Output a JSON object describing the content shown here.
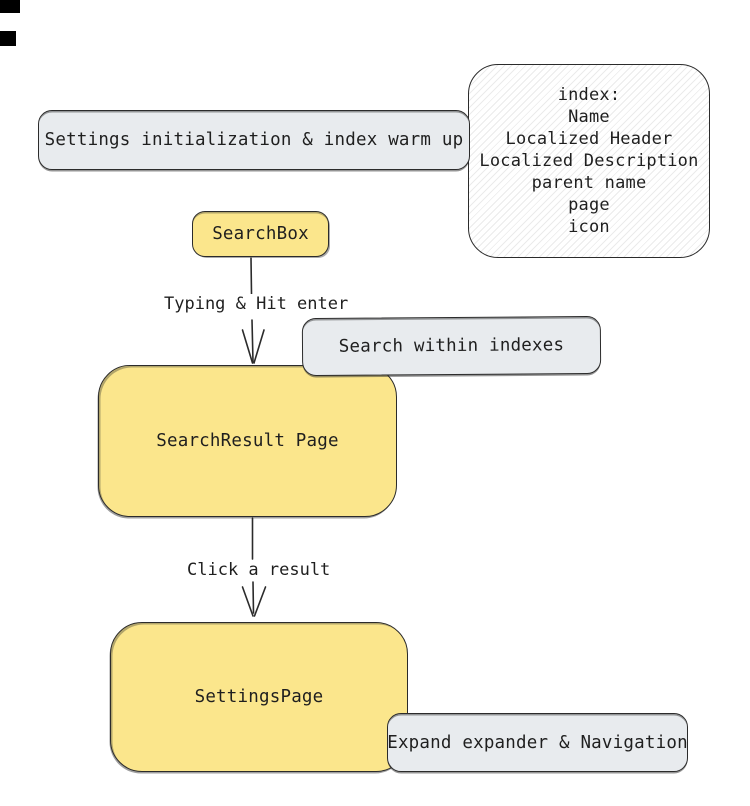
{
  "diagram": {
    "background": "#ffffff",
    "colors": {
      "node_yellow_fill": "#fbe68c",
      "node_gray_fill": "#e8ebee",
      "stroke": "#2b2b2b",
      "text": "#1f1f1f",
      "hatch_line": "rgba(60,60,60,0.10)"
    },
    "nodes": {
      "warmup": {
        "label": "Settings initialization & index warm up",
        "style": "gray"
      },
      "index_fields": {
        "style": "hatched",
        "lines": [
          "index:",
          "Name",
          "Localized Header",
          "Localized Description",
          "parent name",
          "page",
          "icon"
        ]
      },
      "searchbox": {
        "label": "SearchBox",
        "style": "yellow"
      },
      "search_within_indexes": {
        "label": "Search within indexes",
        "style": "gray"
      },
      "search_result_page": {
        "label": "SearchResult Page",
        "style": "yellow"
      },
      "settings_page": {
        "label": "SettingsPage",
        "style": "yellow"
      },
      "expand_navigation": {
        "label": "Expand expander & Navigation",
        "style": "gray"
      }
    },
    "edges": {
      "typing": {
        "label": "Typing & Hit enter",
        "from": "searchbox",
        "to": "search_result_page"
      },
      "click_result": {
        "label": "Click a result",
        "from": "search_result_page",
        "to": "settings_page"
      }
    }
  }
}
